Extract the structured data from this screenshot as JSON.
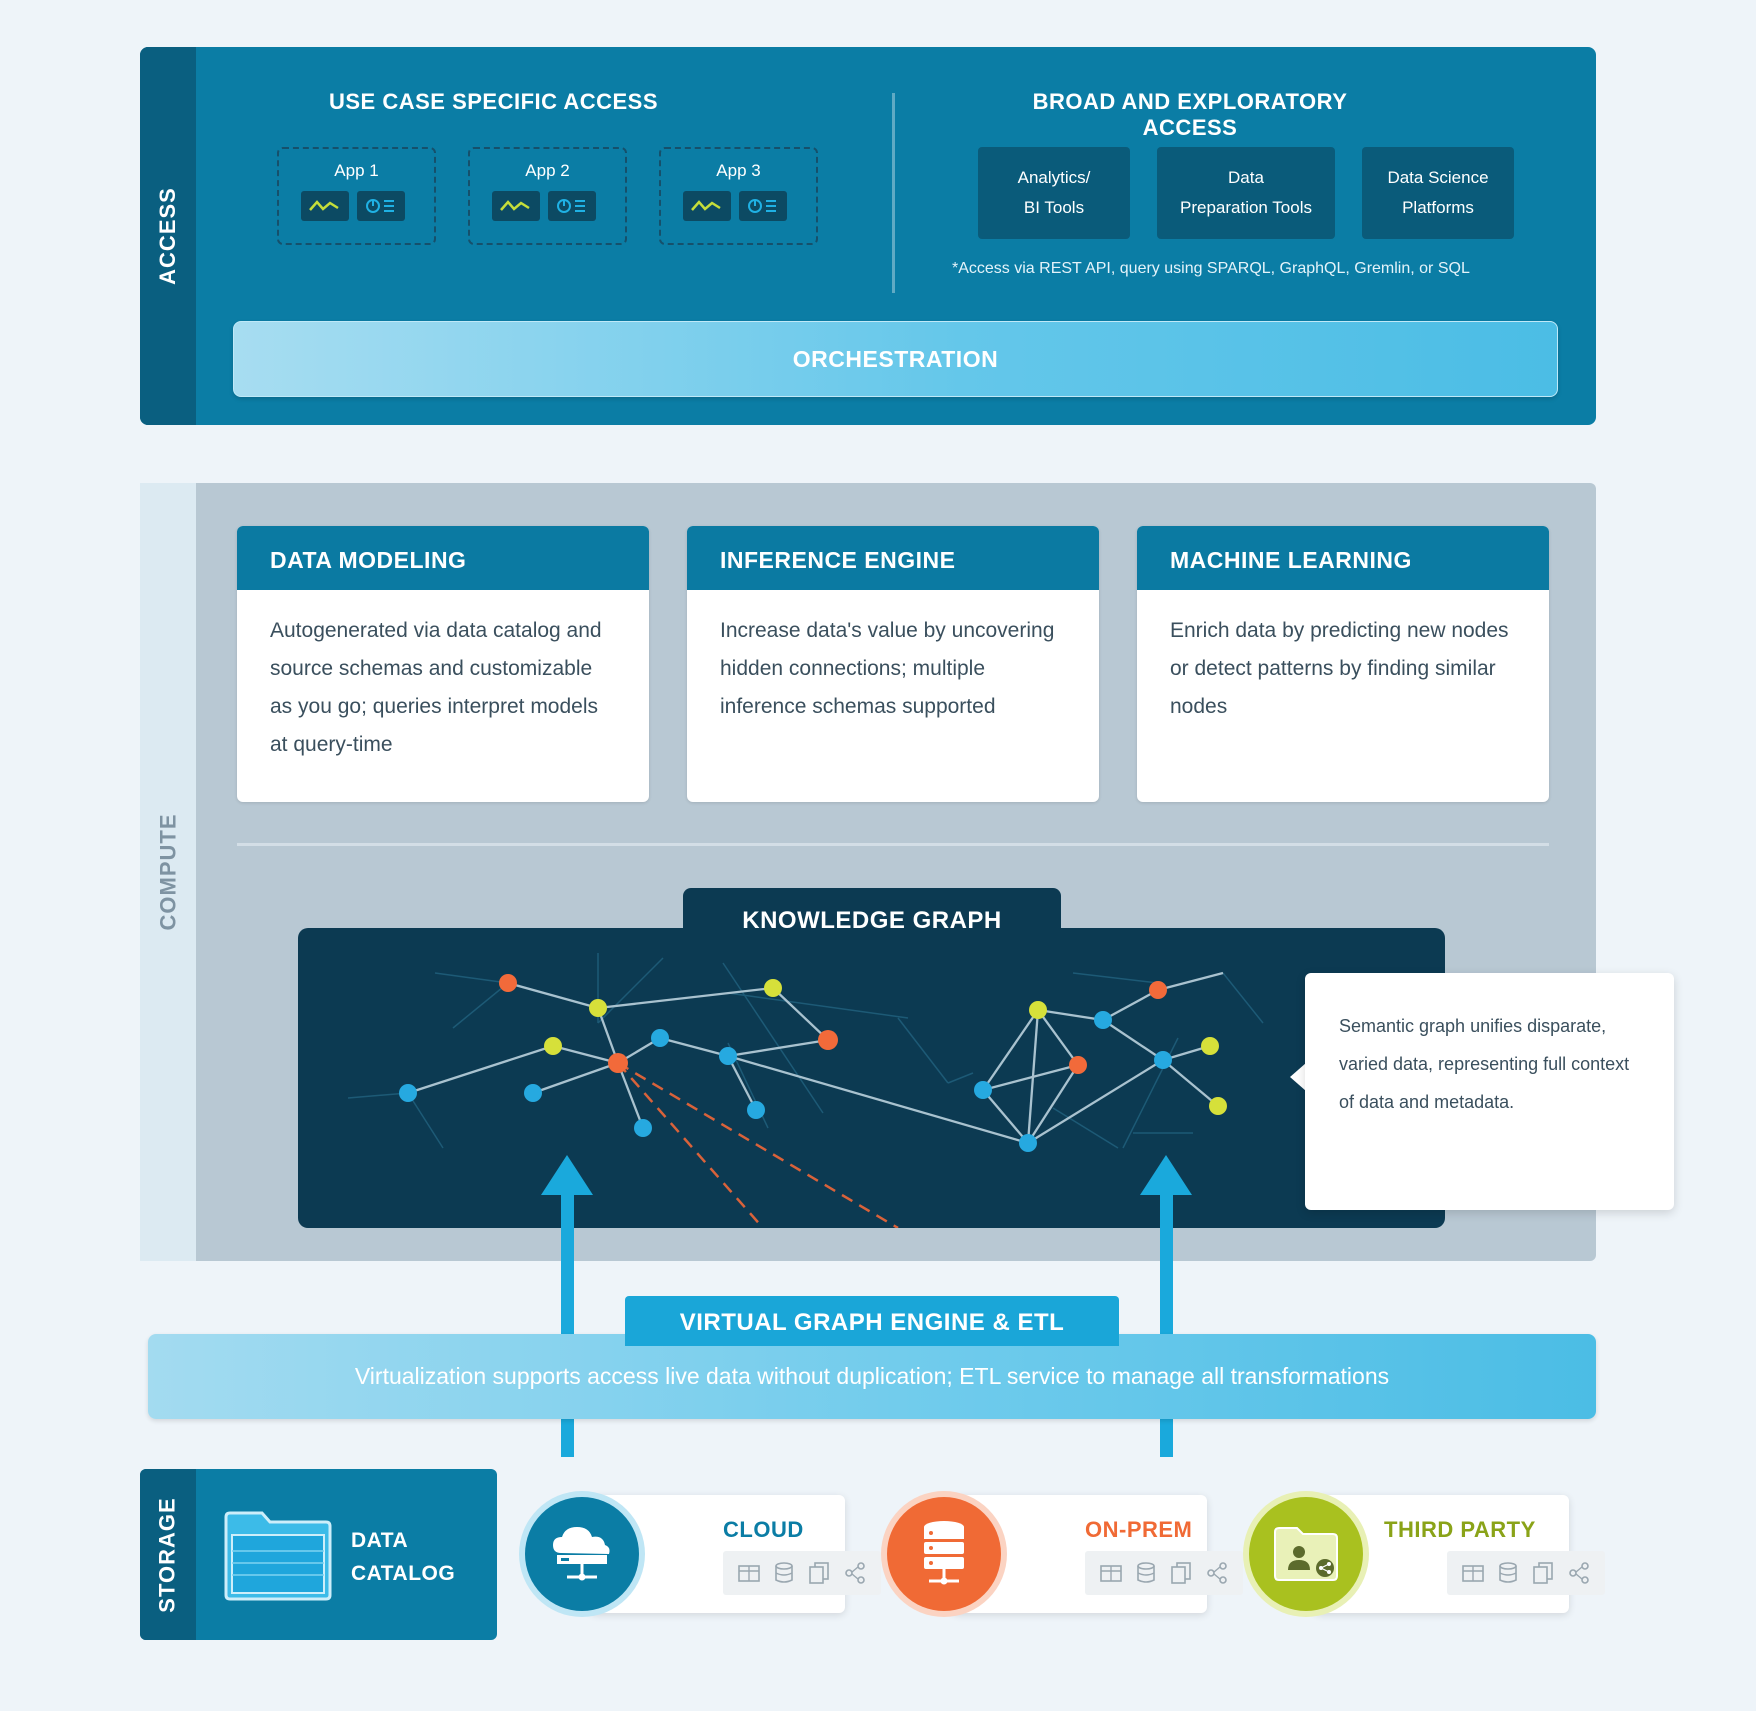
{
  "access": {
    "label": "ACCESS",
    "use_case_title": "USE CASE SPECIFIC ACCESS",
    "apps": [
      {
        "label": "App 1"
      },
      {
        "label": "App 2"
      },
      {
        "label": "App 3"
      }
    ],
    "broad_title": "BROAD AND EXPLORATORY ACCESS",
    "tools": [
      {
        "line1": "Analytics/",
        "line2": "BI Tools"
      },
      {
        "line1": "Data",
        "line2": "Preparation Tools"
      },
      {
        "line1": "Data Science",
        "line2": "Platforms"
      }
    ],
    "note": "*Access via REST API, query using SPARQL, GraphQL, Gremlin, or SQL",
    "orchestration": "ORCHESTRATION"
  },
  "compute": {
    "label": "COMPUTE",
    "cards": [
      {
        "title": "DATA MODELING",
        "body": "Autogenerated via data catalog and source schemas and customizable as you go; queries interpret models at query-time"
      },
      {
        "title": "INFERENCE ENGINE",
        "body": "Increase data's value by uncovering hidden connections; multiple inference schemas supported"
      },
      {
        "title": "MACHINE LEARNING",
        "body": "Enrich data by predicting  new nodes or detect patterns by finding similar nodes"
      }
    ],
    "knowledge_graph": {
      "title": "KNOWLEDGE GRAPH",
      "callout": "Semantic graph unifies disparate, varied data, representing full context of data and metadata."
    }
  },
  "virtual_graph": {
    "title": "VIRTUAL GRAPH ENGINE & ETL",
    "description": "Virtualization supports access live data without duplication; ETL service to manage all transformations"
  },
  "storage": {
    "label": "STORAGE",
    "catalog_line1": "DATA",
    "catalog_line2": "CATALOG",
    "sources": [
      {
        "title": "CLOUD",
        "color": "#0b7da5",
        "icon": "cloud-server-icon"
      },
      {
        "title": "ON-PREM",
        "color": "#f06a35",
        "icon": "database-server-icon"
      },
      {
        "title": "THIRD PARTY",
        "color": "#9bb51c",
        "icon": "shared-folder-icon"
      }
    ]
  },
  "colors": {
    "primary": "#0b7da5",
    "dark": "#0c3a52",
    "accent_blue": "#1aa9dc",
    "node_orange": "#f26a3a",
    "node_yellow": "#d6e03a",
    "node_blue": "#26a9e0"
  }
}
